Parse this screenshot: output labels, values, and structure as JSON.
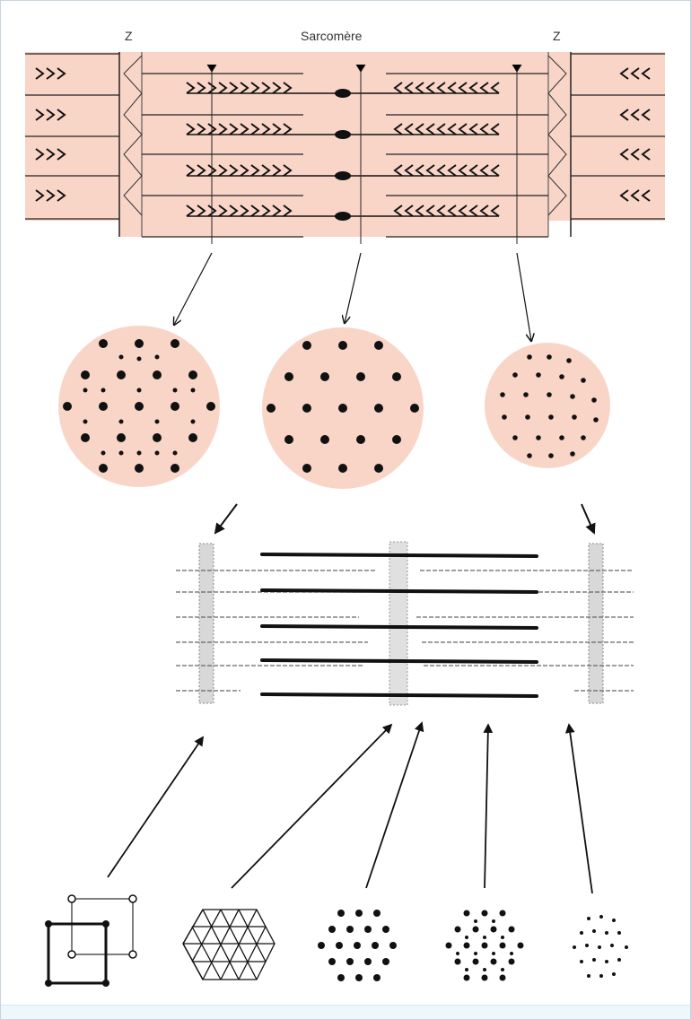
{
  "labels": {
    "z_left": "Z",
    "z_right": "Z",
    "sarcomere": "Sarcomère"
  },
  "colors": {
    "muscle_fill": "#f9d5c8",
    "ink": "#111111",
    "line": "#333333",
    "frame": "#c9d3dd"
  },
  "icons": [
    "chevron-zigzag-icon",
    "arrow-icon"
  ]
}
